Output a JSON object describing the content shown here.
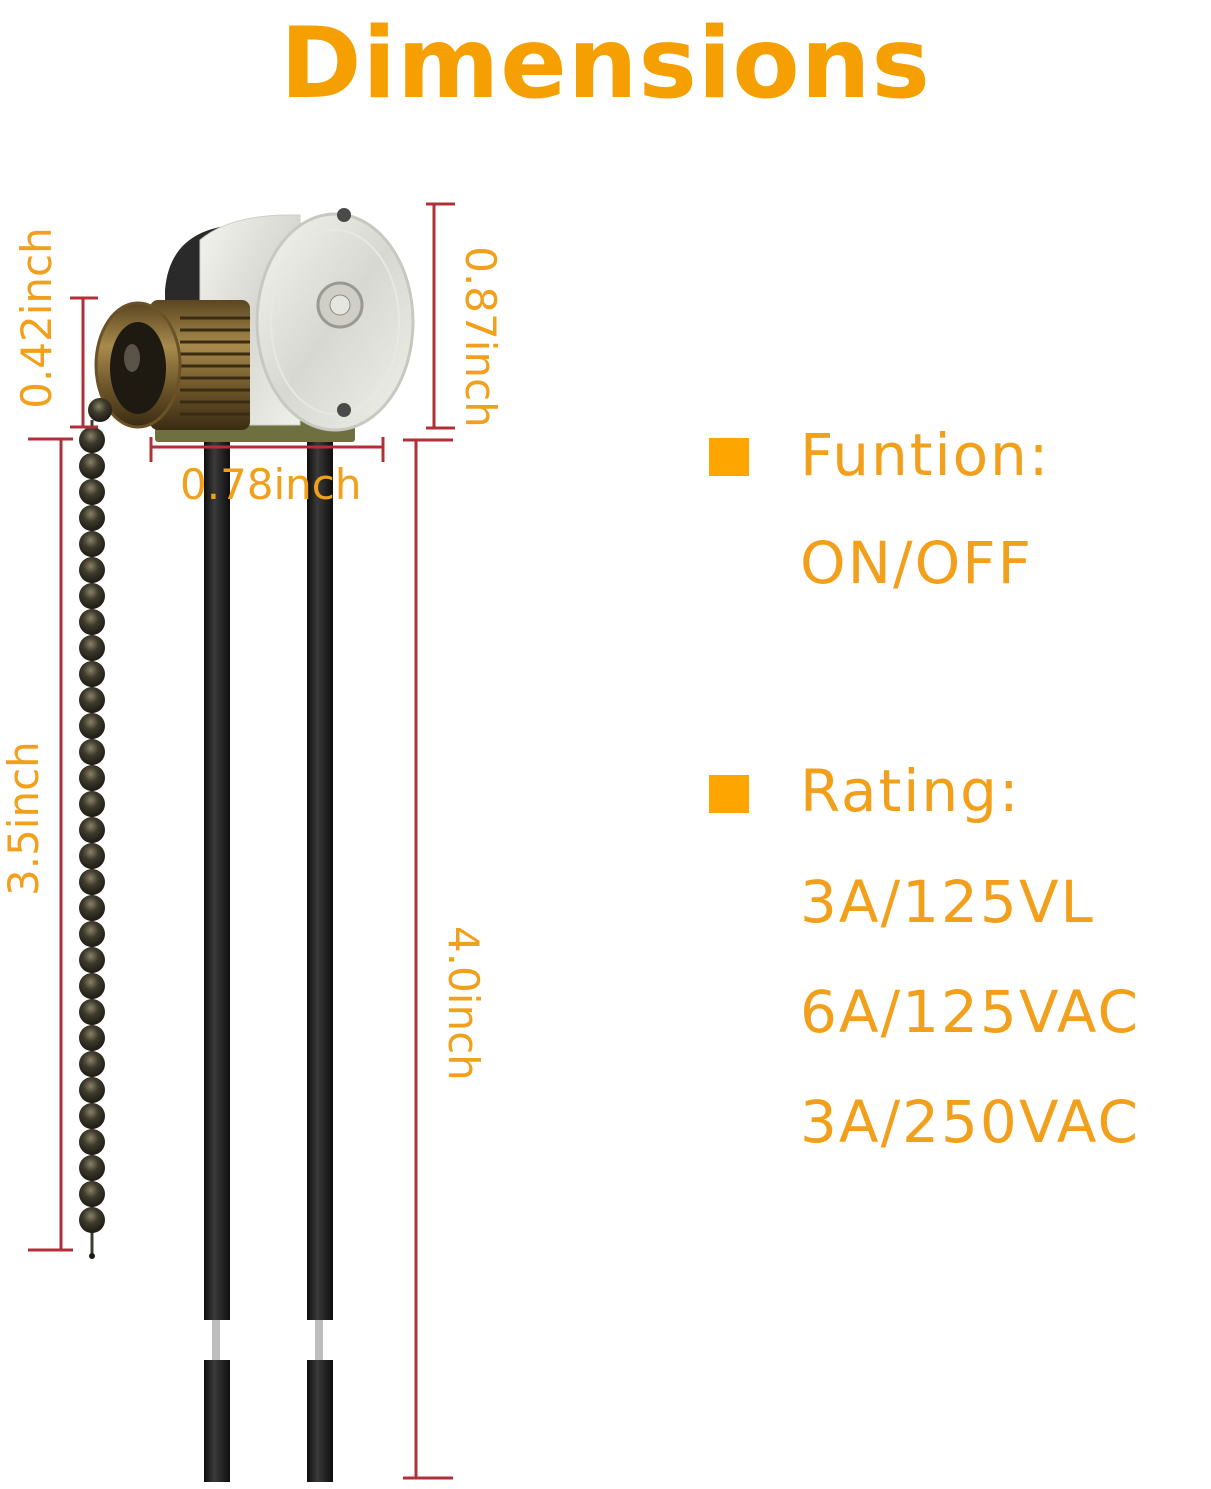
{
  "title": "Dimensions",
  "colors": {
    "title": "#F5A000",
    "label": "#F2A01C",
    "dimension_line": "#B0303A",
    "bullet": "#FFA500",
    "wire": "#1A1A1A",
    "chain": "#3E3A2C",
    "brass": "#8A6A32"
  },
  "dimensions": {
    "chain_socket_height": "0.42inch",
    "switch_body_height": "0.87inch",
    "switch_body_width": "0.78inch",
    "chain_length": "3.5inch",
    "wire_length": "4.0inch"
  },
  "specs": [
    {
      "label": "Funtion:",
      "values": [
        "ON/OFF"
      ]
    },
    {
      "label": "Rating:",
      "values": [
        "3A/125VL",
        "6A/125VAC",
        "3A/250VAC"
      ]
    }
  ]
}
